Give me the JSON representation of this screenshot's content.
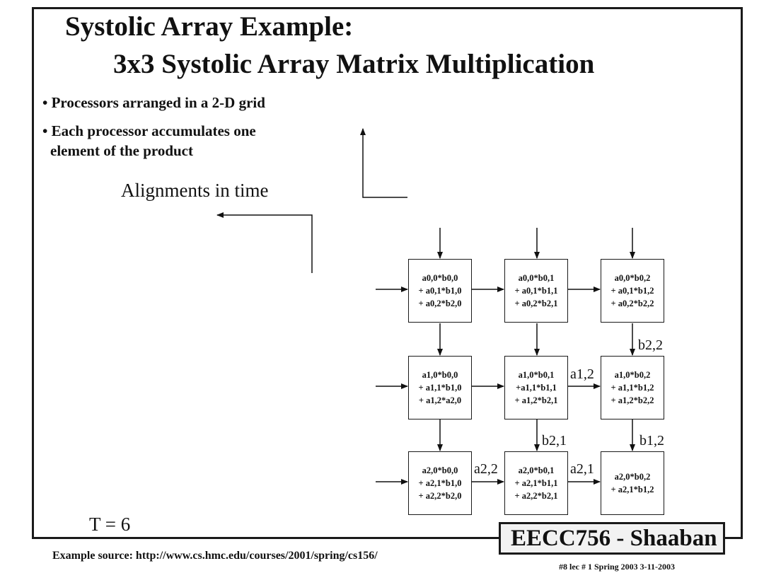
{
  "title_line1": "Systolic Array  Example:",
  "title_line2": "3x3 Systolic Array Matrix Multiplication",
  "bullets": [
    "• Processors arranged in a 2-D grid",
    "• Each processor accumulates one",
    "element of the product"
  ],
  "alignment_label": "Alignments in time",
  "time_label": "T = 6",
  "cells": [
    [
      "a0,0*b0,0",
      "+ a0,1*b1,0",
      "+ a0,2*b2,0"
    ],
    [
      "a0,0*b0,1",
      "+ a0,1*b1,1",
      "+ a0,2*b2,1"
    ],
    [
      "a0,0*b0,2",
      "+ a0,1*b1,2",
      "+ a0,2*b2,2"
    ],
    [
      "a1,0*b0,0",
      "+ a1,1*b1,0",
      "+ a1,2*a2,0"
    ],
    [
      "a1,0*b0,1",
      "+a1,1*b1,1",
      "+ a1,2*b2,1"
    ],
    [
      "a1,0*b0,2",
      "+ a1,1*b1,2",
      "+ a1,2*b2,2"
    ],
    [
      "a2,0*b0,0",
      "+ a2,1*b1,0",
      "+ a2,2*b2,0"
    ],
    [
      "a2,0*b0,1",
      "+ a2,1*b1,1",
      "+ a2,2*b2,1"
    ],
    [
      "a2,0*b0,2",
      "+ a2,1*b1,2"
    ]
  ],
  "input_labels": {
    "b22": "b2,2",
    "a12": "a1,2",
    "b21": "b2,1",
    "b12": "b1,2",
    "a22": "a2,2",
    "a21": "a2,1"
  },
  "source": "Example source:  http://www.cs.hmc.edu/courses/2001/spring/cs156/",
  "logo_text": "EECC756 - Shaaban",
  "footer": "#8  lec # 1   Spring 2003   3-11-2003"
}
